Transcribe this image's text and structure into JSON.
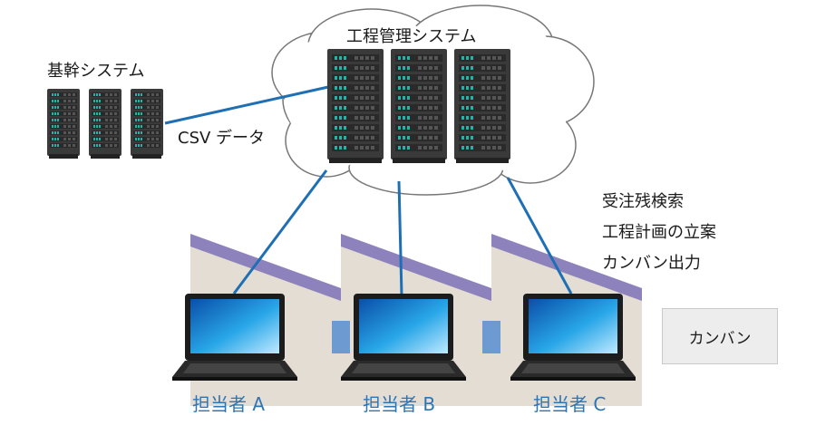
{
  "cloud": {
    "title": "工程管理システム"
  },
  "core_system": {
    "title": "基幹システム"
  },
  "link": {
    "csv_label": "CSV データ"
  },
  "tasks": [
    "受注残検索",
    "工程計画の立案",
    "カンバン出力"
  ],
  "users": [
    "担当者 A",
    "担当者 B",
    "担当者 C"
  ],
  "output": {
    "label": "カンバン"
  },
  "colors": {
    "connector": "#1f6fb4",
    "factory_wall": "#e3ddd3",
    "factory_roof": "#8e82bc",
    "machine": "#6d9bd1",
    "user_label": "#2e75b6",
    "server_body": "#3a3a3a",
    "server_led": "#1fb5a8"
  },
  "icons": {
    "cloud": "cloud-icon",
    "server": "server-rack-icon",
    "laptop": "laptop-icon",
    "factory": "factory-sawtooth-icon"
  }
}
